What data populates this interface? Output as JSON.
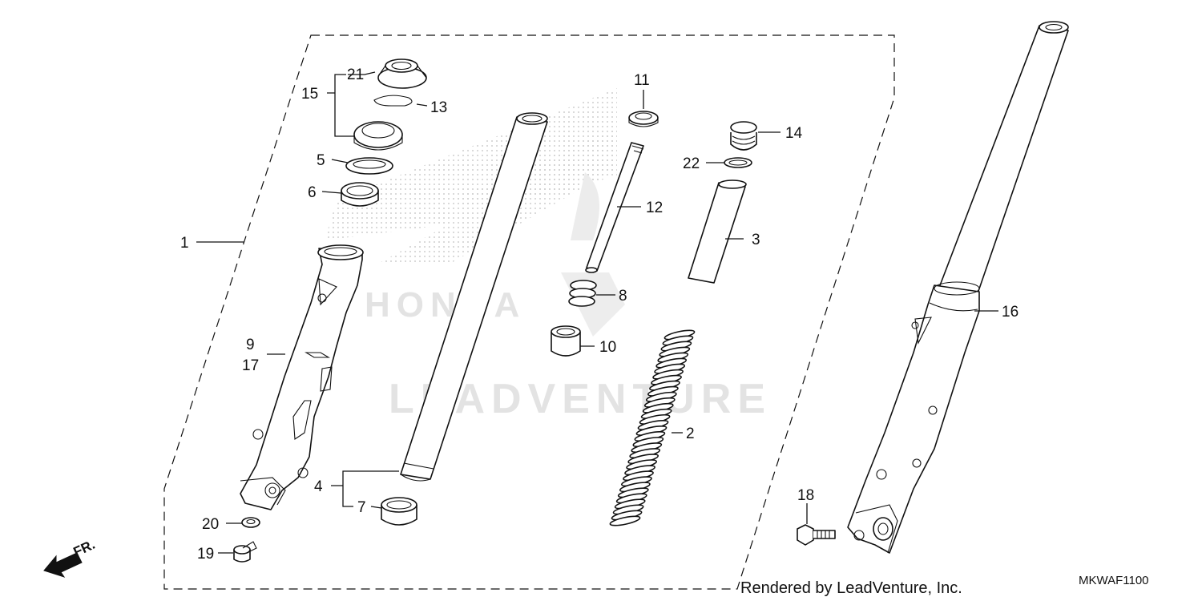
{
  "diagram": {
    "callouts": [
      {
        "id": "1",
        "label": "1"
      },
      {
        "id": "2",
        "label": "2"
      },
      {
        "id": "3",
        "label": "3"
      },
      {
        "id": "4",
        "label": "4"
      },
      {
        "id": "5",
        "label": "5"
      },
      {
        "id": "6",
        "label": "6"
      },
      {
        "id": "7",
        "label": "7"
      },
      {
        "id": "8",
        "label": "8"
      },
      {
        "id": "9",
        "label": "9"
      },
      {
        "id": "10",
        "label": "10"
      },
      {
        "id": "11",
        "label": "11"
      },
      {
        "id": "12",
        "label": "12"
      },
      {
        "id": "13",
        "label": "13"
      },
      {
        "id": "14",
        "label": "14"
      },
      {
        "id": "15",
        "label": "15"
      },
      {
        "id": "16",
        "label": "16"
      },
      {
        "id": "17",
        "label": "17"
      },
      {
        "id": "18",
        "label": "18"
      },
      {
        "id": "19",
        "label": "19"
      },
      {
        "id": "20",
        "label": "20"
      },
      {
        "id": "21",
        "label": "21"
      },
      {
        "id": "22",
        "label": "22"
      }
    ],
    "front_indicator": "FR.",
    "watermark_brand": "HONDA",
    "watermark_text": "LEADVENTURE",
    "credit": "Rendered by LeadVenture, Inc.",
    "diagram_code": "MKWAF1100"
  }
}
